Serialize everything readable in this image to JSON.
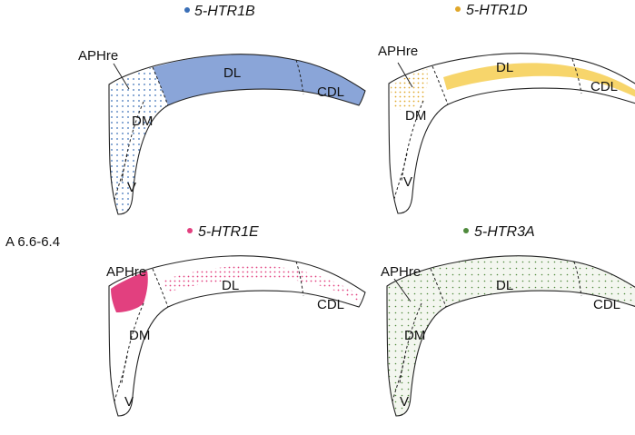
{
  "side_label": "A 6.6-6.4",
  "panels": [
    {
      "gene": "5-HTR1B",
      "color": "#3a6fb7",
      "fill_color": "#8aa5d8",
      "labels": {
        "aphre": "APHre",
        "dl": "DL",
        "cdl": "CDL",
        "dm": "DM",
        "v": "V"
      }
    },
    {
      "gene": "5-HTR1D",
      "color": "#e0a72b",
      "fill_color": "#f7d56b",
      "labels": {
        "aphre": "APHre",
        "dl": "DL",
        "cdl": "CDL",
        "dm": "DM",
        "v": "V"
      }
    },
    {
      "gene": "5-HTR1E",
      "color": "#e2407f",
      "fill_color": "#e2407f",
      "labels": {
        "aphre": "APHre",
        "dl": "DL",
        "cdl": "CDL",
        "dm": "DM",
        "v": "V"
      }
    },
    {
      "gene": "5-HTR3A",
      "color": "#4f8a3c",
      "fill_color": "#4f8a3c",
      "labels": {
        "aphre": "APHre",
        "dl": "DL",
        "cdl": "CDL",
        "dm": "DM",
        "v": "V"
      }
    }
  ]
}
